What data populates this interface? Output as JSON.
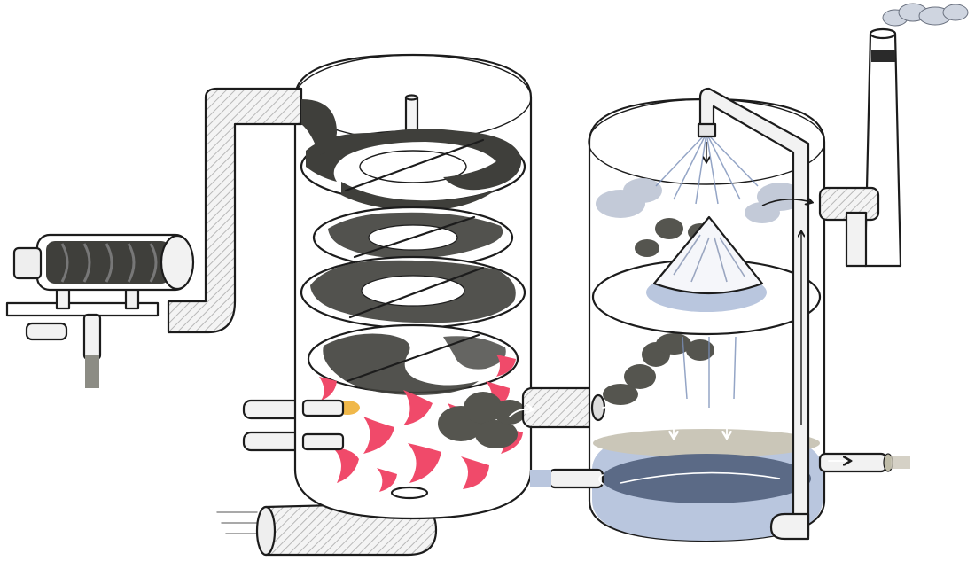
{
  "diagram": {
    "components": [
      {
        "name": "screw-feeder",
        "icon": "auger-icon"
      },
      {
        "name": "feed-pipe"
      },
      {
        "name": "multiple-hearth-furnace",
        "hearths": 4
      },
      {
        "name": "burners",
        "count": 2
      },
      {
        "name": "combustion-air-blower"
      },
      {
        "name": "flue-gas-duct"
      },
      {
        "name": "wet-scrubber"
      },
      {
        "name": "spray-nozzle"
      },
      {
        "name": "recirculation-pipe"
      },
      {
        "name": "water-inlet"
      },
      {
        "name": "ash-slurry-outlet"
      },
      {
        "name": "clean-gas-duct"
      },
      {
        "name": "stack"
      }
    ],
    "colors": {
      "ink": "#1c1c1c",
      "sludge": "#3f3f3b",
      "flame": "#f04a6a",
      "smoke": "#55554f",
      "steam": "#c3cad8",
      "water": "#5b6a86",
      "ash": "#cac6b8",
      "pipe": "#f2f2f2"
    }
  }
}
